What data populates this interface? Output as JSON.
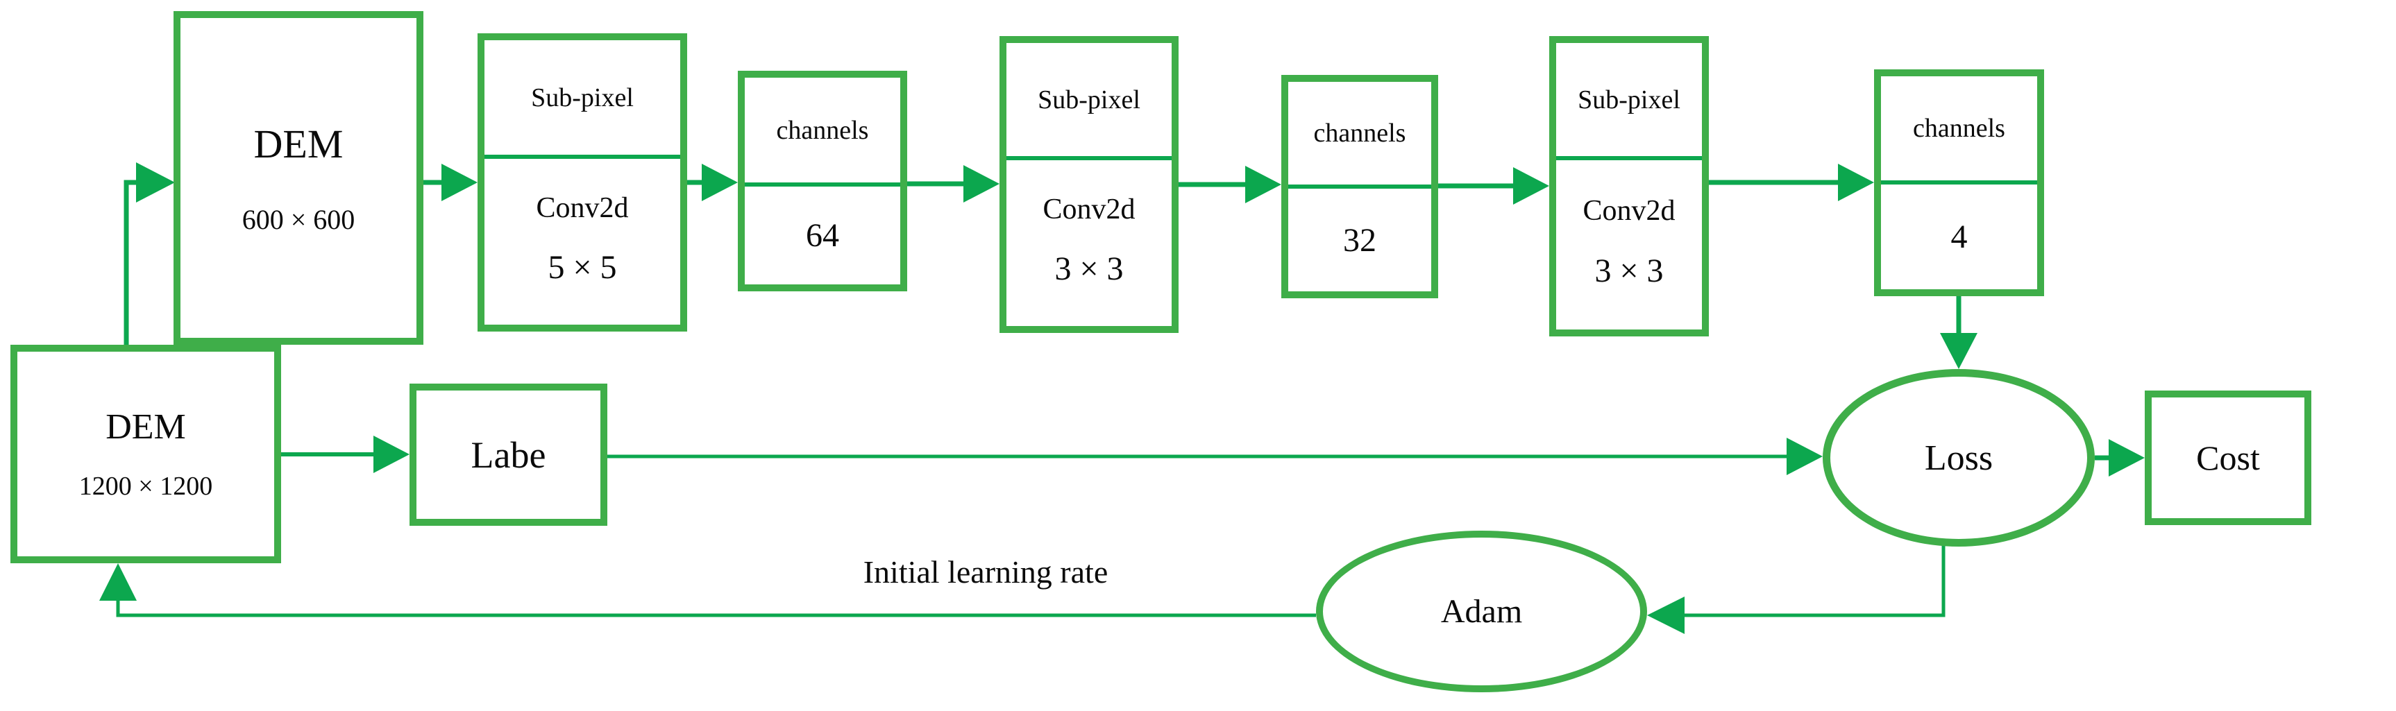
{
  "diagram": {
    "title": "DEM super-resolution training flowchart",
    "colors": {
      "box_border": "#3FAE49",
      "arrow": "#0CA74E",
      "text": "#0a0a0a",
      "background": "#ffffff"
    },
    "nodes": {
      "dem600": {
        "title": "DEM",
        "size": "600 × 600"
      },
      "subpixel1": {
        "top": "Sub-pixel",
        "middle": "Conv2d",
        "kernel": "5 × 5"
      },
      "channels64": {
        "top": "channels",
        "value": "64"
      },
      "subpixel2": {
        "top": "Sub-pixel",
        "middle": "Conv2d",
        "kernel": "3 × 3"
      },
      "channels32": {
        "top": "channels",
        "value": "32"
      },
      "subpixel3": {
        "top": "Sub-pixel",
        "middle": "Conv2d",
        "kernel": "3 × 3"
      },
      "channels4": {
        "top": "channels",
        "value": "4"
      },
      "dem1200": {
        "title": "DEM",
        "size": "1200 × 1200"
      },
      "label_box": {
        "title": "Labe"
      },
      "loss": {
        "title": "Loss"
      },
      "cost": {
        "title": "Cost"
      },
      "adam": {
        "title": "Adam"
      }
    },
    "annotations": {
      "learning_rate": "Initial learning rate"
    },
    "edges": [
      {
        "from": "dem1200",
        "to": "dem600"
      },
      {
        "from": "dem600",
        "to": "subpixel1"
      },
      {
        "from": "subpixel1",
        "to": "channels64"
      },
      {
        "from": "channels64",
        "to": "subpixel2"
      },
      {
        "from": "subpixel2",
        "to": "channels32"
      },
      {
        "from": "channels32",
        "to": "subpixel3"
      },
      {
        "from": "subpixel3",
        "to": "channels4"
      },
      {
        "from": "channels4",
        "to": "loss"
      },
      {
        "from": "loss",
        "to": "cost"
      },
      {
        "from": "dem1200",
        "to": "label_box"
      },
      {
        "from": "label_box",
        "to": "loss"
      },
      {
        "from": "loss",
        "to": "adam"
      },
      {
        "from": "adam",
        "to": "dem1200",
        "label": "Initial learning rate"
      }
    ]
  }
}
